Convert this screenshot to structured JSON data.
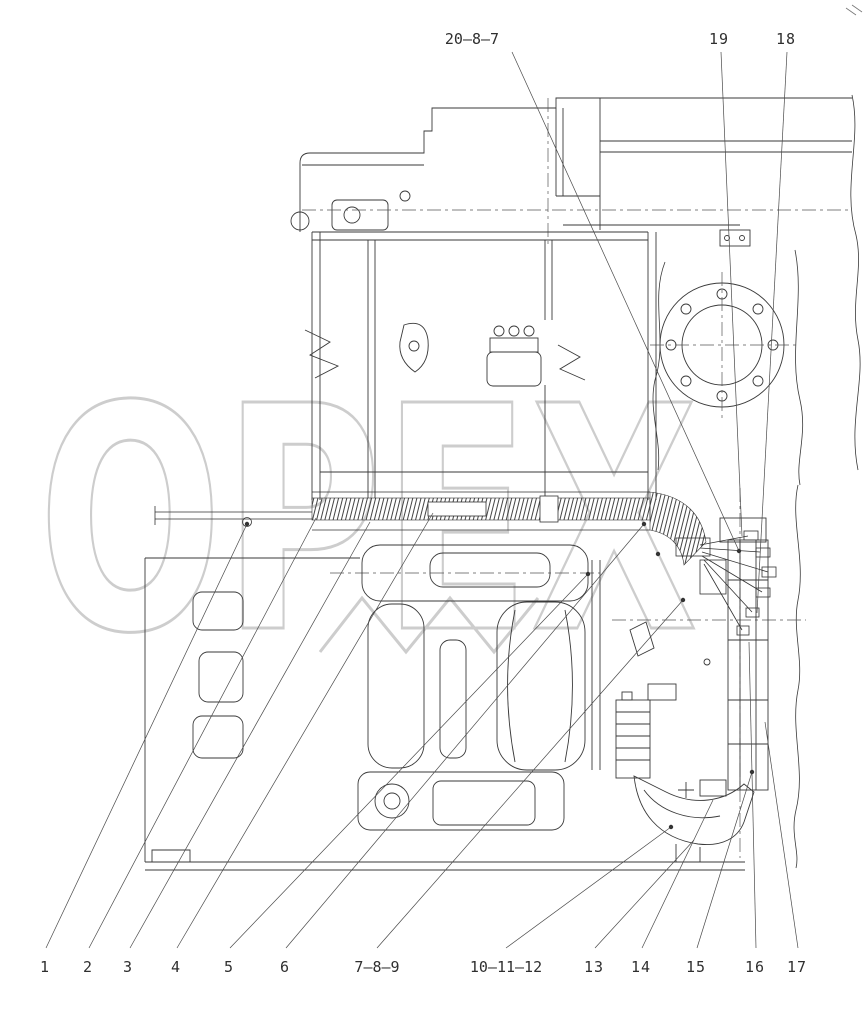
{
  "watermark": {
    "text": "OPEX",
    "color": "#cdcdcd"
  },
  "callouts": {
    "top": [
      {
        "label": "20—8—7"
      },
      {
        "label": "19"
      },
      {
        "label": "18"
      }
    ],
    "bottom": [
      {
        "label": "1"
      },
      {
        "label": "2"
      },
      {
        "label": "3"
      },
      {
        "label": "4"
      },
      {
        "label": "5"
      },
      {
        "label": "6"
      },
      {
        "label": "7—8—9"
      },
      {
        "label": "10—11—12"
      },
      {
        "label": "13"
      },
      {
        "label": "14"
      },
      {
        "label": "15"
      },
      {
        "label": "16"
      },
      {
        "label": "17"
      }
    ]
  },
  "colors": {
    "background": "#ffffff",
    "line": "#3a3a3a",
    "leader": "#4a4a4a",
    "watermark": "#cdcdcd"
  }
}
